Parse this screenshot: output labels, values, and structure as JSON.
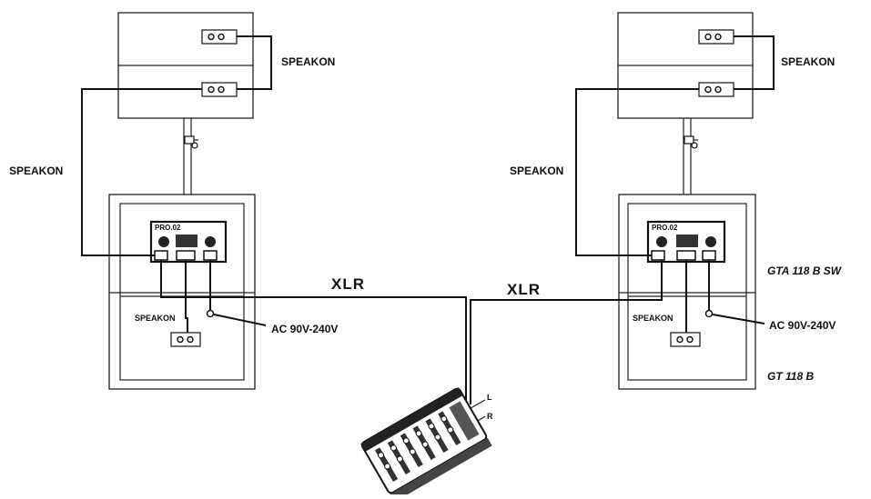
{
  "labels": {
    "speakon_top_left": "SPEAKON",
    "speakon_side_left": "SPEAKON",
    "speakon_sub_left": "SPEAKON",
    "speakon_top_right": "SPEAKON",
    "speakon_side_right": "SPEAKON",
    "speakon_sub_right": "SPEAKON",
    "xlr_left": "XLR",
    "xlr_right": "XLR",
    "ac_left": "AC 90V-240V",
    "ac_right": "AC 90V-240V",
    "model_top": "GTA 118 B SW",
    "model_bottom": "GT 118 B",
    "mixer_l": "L",
    "mixer_r": "R",
    "panel_left": "PRO.02",
    "panel_right": "PRO.02"
  }
}
